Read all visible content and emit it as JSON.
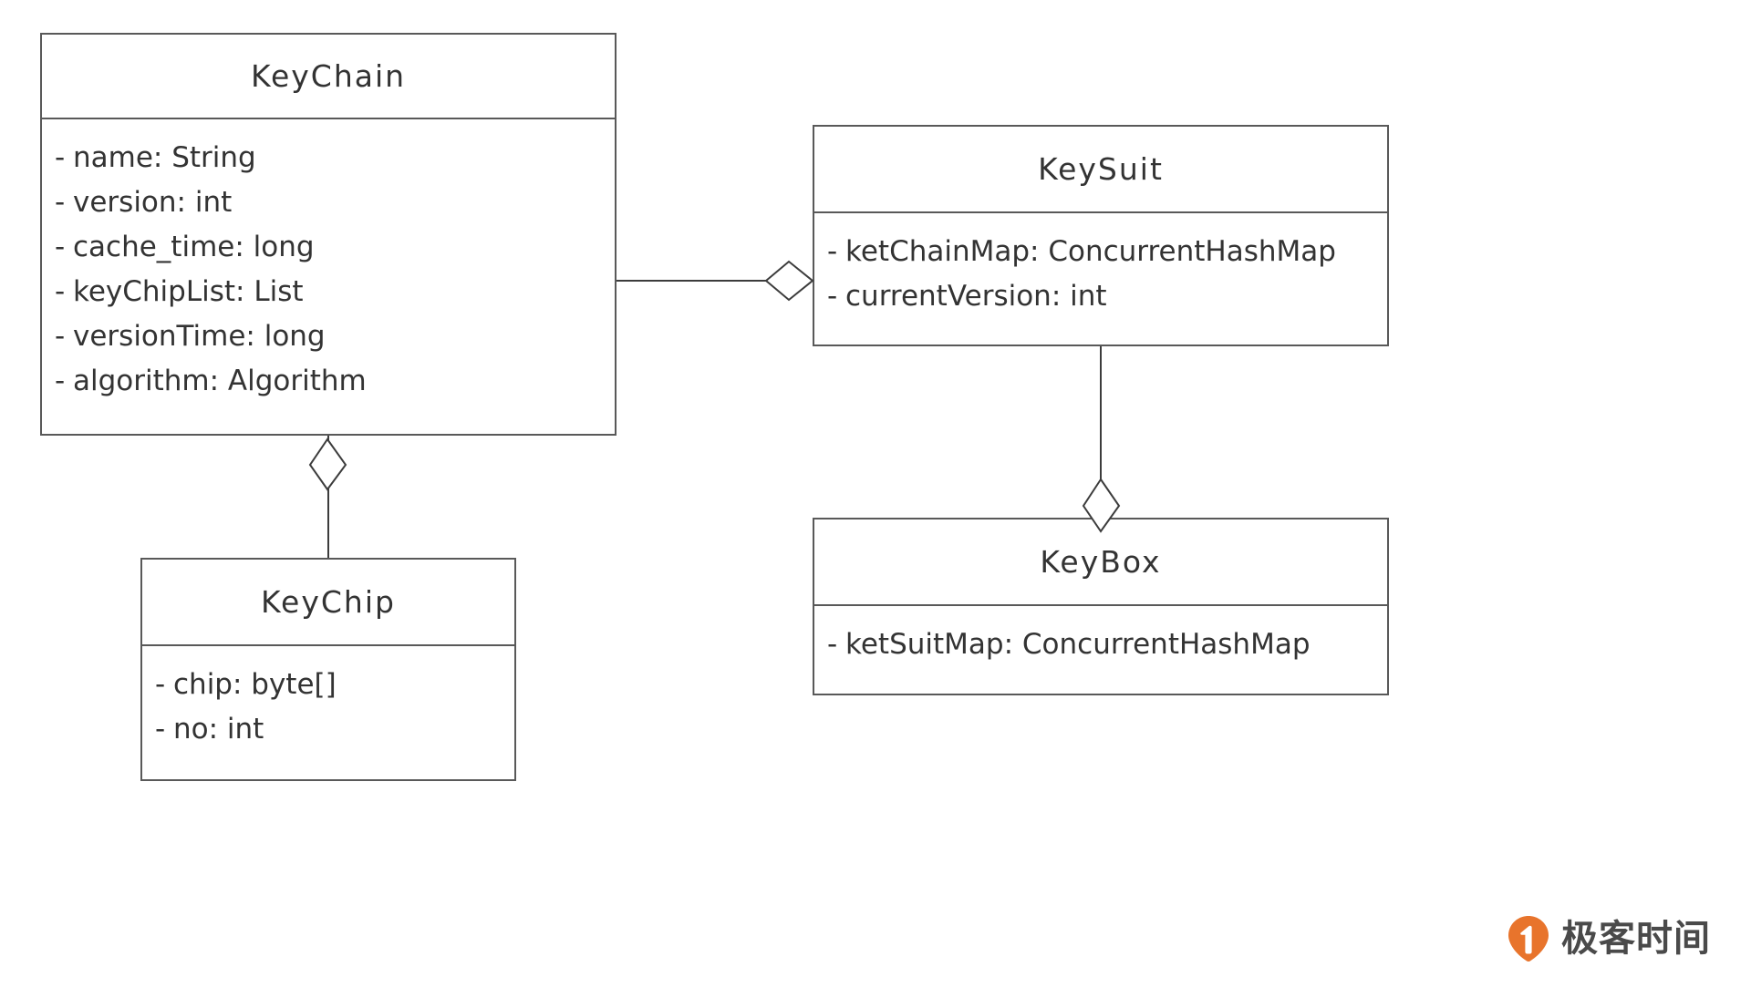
{
  "diagram": {
    "type": "uml-class-diagram",
    "classes": [
      {
        "id": "keychain",
        "name": "KeyChain",
        "attributes": [
          {
            "visibility": "-",
            "text": "name: String"
          },
          {
            "visibility": "-",
            "text": "version: int"
          },
          {
            "visibility": "-",
            "text": "cache_time: long"
          },
          {
            "visibility": "-",
            "text": "keyChipList: List"
          },
          {
            "visibility": "-",
            "text": "versionTime: long"
          },
          {
            "visibility": "-",
            "text": "algorithm: Algorithm"
          }
        ]
      },
      {
        "id": "keysuit",
        "name": "KeySuit",
        "attributes": [
          {
            "visibility": "-",
            "text": "ketChainMap: ConcurrentHashMap"
          },
          {
            "visibility": "-",
            "text": "currentVersion: int"
          }
        ]
      },
      {
        "id": "keychip",
        "name": "KeyChip",
        "attributes": [
          {
            "visibility": "-",
            "text": "chip: byte[]"
          },
          {
            "visibility": "-",
            "text": "no: int"
          }
        ]
      },
      {
        "id": "keybox",
        "name": "KeyBox",
        "attributes": [
          {
            "visibility": "-",
            "text": "ketSuitMap: ConcurrentHashMap"
          }
        ]
      }
    ],
    "relationships": [
      {
        "id": "keysuit-keychain",
        "kind": "aggregation",
        "from": "KeySuit",
        "to": "KeyChain"
      },
      {
        "id": "keychain-keychip",
        "kind": "aggregation",
        "from": "KeyChain",
        "to": "KeyChip"
      },
      {
        "id": "keysuit-keybox",
        "kind": "aggregation",
        "from": "KeyBox",
        "to": "KeySuit"
      }
    ],
    "colors": {
      "border": "#595959",
      "text": "#333333",
      "connector": "#3c3c3c",
      "background": "#ffffff",
      "watermark_logo": "#e8742c",
      "watermark_text": "#4a4a4a"
    }
  },
  "watermark": {
    "brand": "极客时间",
    "logo_icon": "location-pin-logo-icon"
  }
}
